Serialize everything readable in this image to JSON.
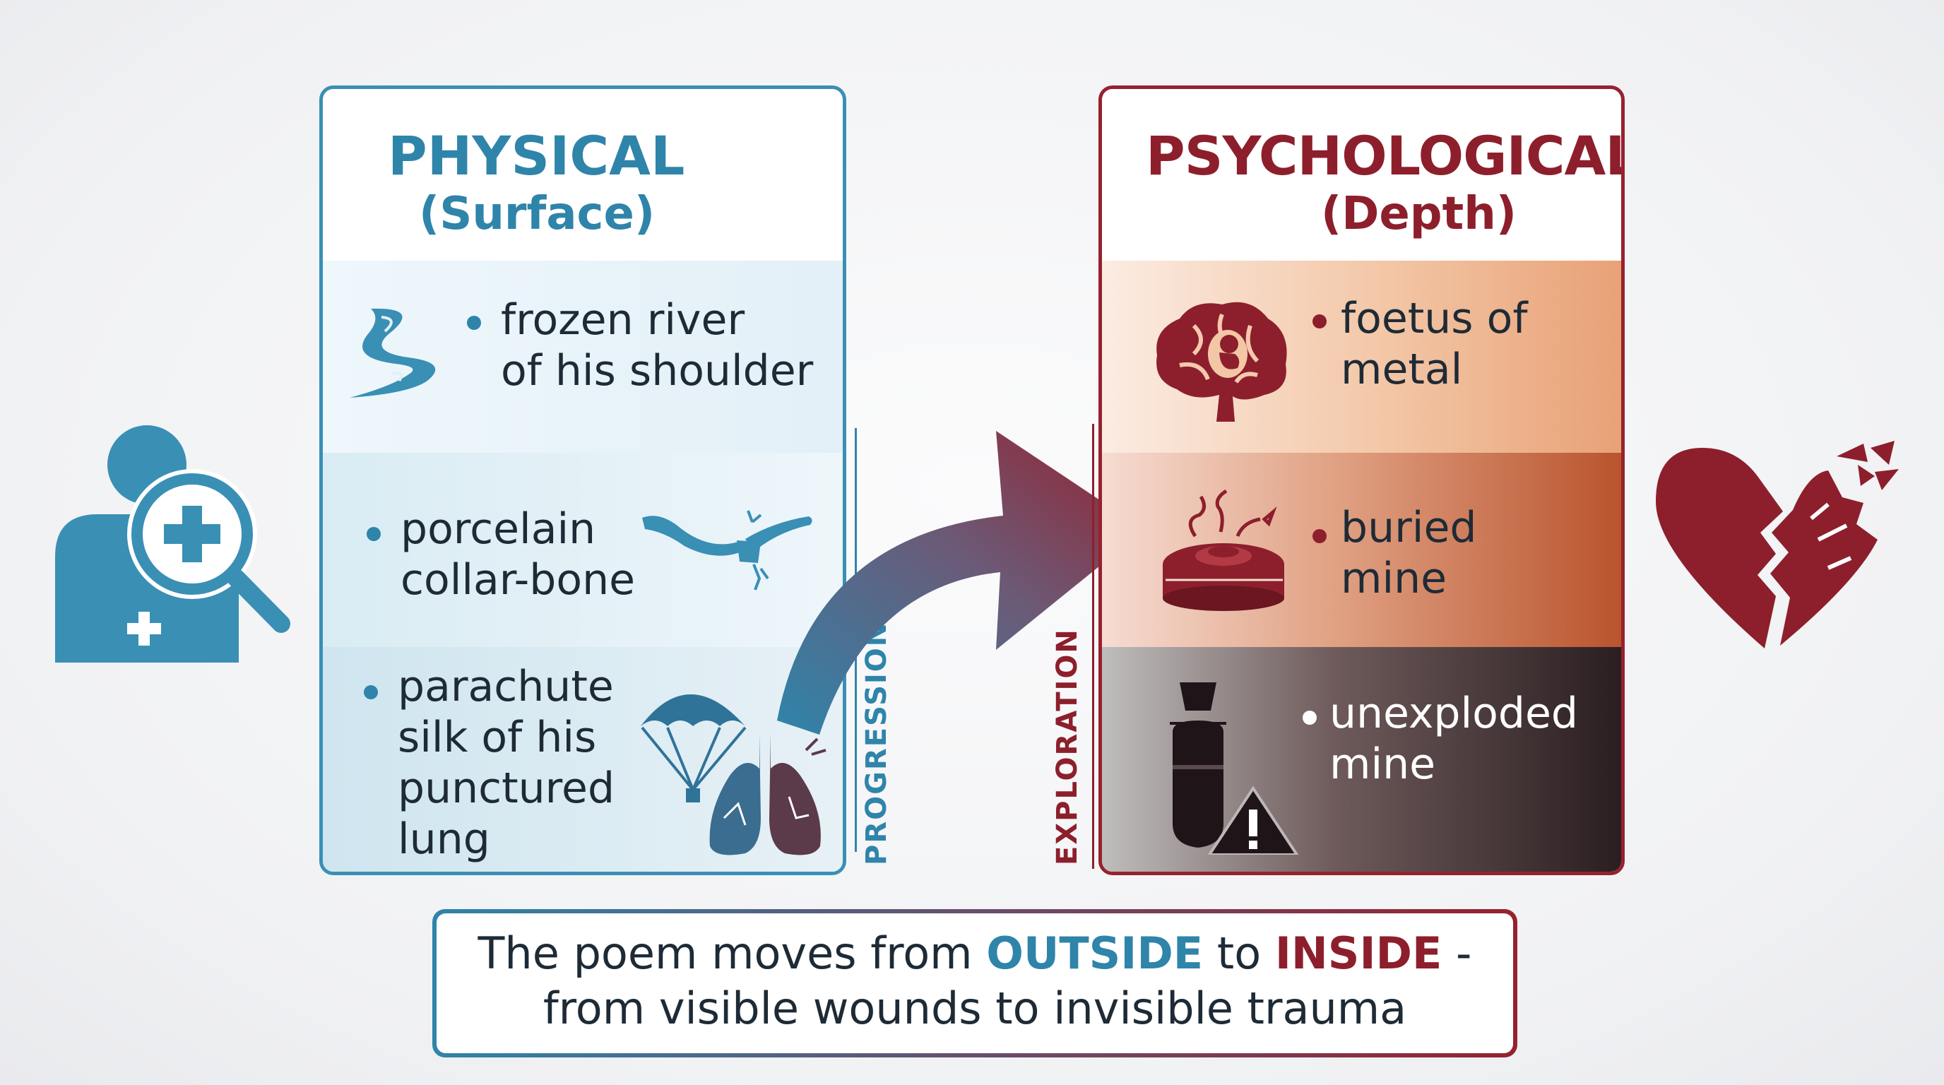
{
  "physical": {
    "title": "PHYSICAL",
    "subtitle": "(Surface)",
    "items": [
      {
        "text": "frozen river\nof his shoulder",
        "icon": "river-icon"
      },
      {
        "text": "porcelain\ncollar-bone",
        "icon": "collarbone-icon"
      },
      {
        "text": "parachute\nsilk of his\npunctured\nlung",
        "icon": "parachute-lung-icon"
      }
    ],
    "side_label": "PROGRESSION"
  },
  "psychological": {
    "title": "PSYCHOLOGICAL",
    "subtitle": "(Depth)",
    "items": [
      {
        "text": "foetus of\nmetal",
        "icon": "brain-foetus-icon"
      },
      {
        "text": "buried\nmine",
        "icon": "buried-mine-icon"
      },
      {
        "text": "unexploded\nmine",
        "icon": "bomb-warning-icon"
      }
    ],
    "side_label": "EXPLORATION"
  },
  "caption": {
    "part1": "The poem moves from ",
    "outside": "OUTSIDE",
    "part2": " to ",
    "inside": "INSIDE",
    "part3": " -",
    "line2": "from visible wounds to invisible trauma"
  },
  "colors": {
    "physical_accent": "#2f84aa",
    "psychological_accent": "#8d1f2c",
    "text": "#1e2b36"
  },
  "icons": {
    "left": "doctor-search-icon",
    "right": "broken-heart-icon",
    "center": "curved-arrow-icon"
  }
}
